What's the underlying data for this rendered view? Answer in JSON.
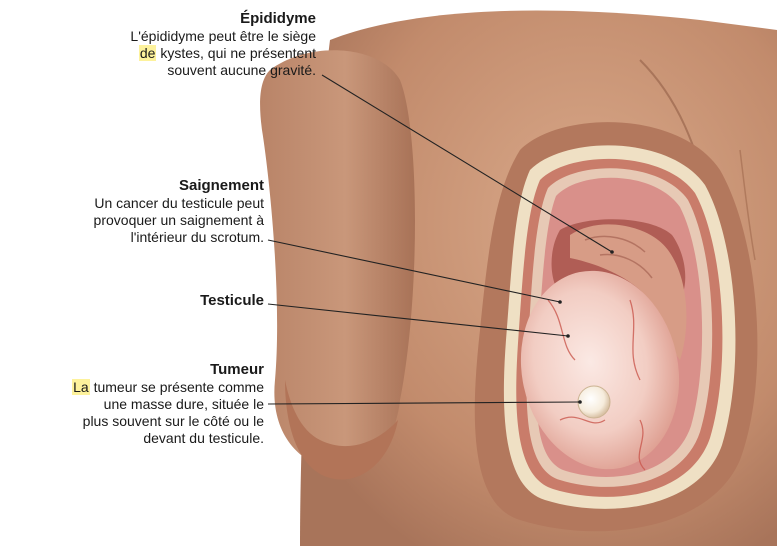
{
  "labels": {
    "epididyme": {
      "title": "Épididyme",
      "line1": "L'épididyme peut être le siège",
      "line2_highlight": "de",
      "line2_rest": " kystes, qui ne présentent",
      "line3": "souvent aucune gravité."
    },
    "saignement": {
      "title": "Saignement",
      "line1": "Un cancer du testicule peut",
      "line2": "provoquer un saignement à",
      "line3": "l'intérieur du scrotum."
    },
    "testicule": {
      "title": "Testicule"
    },
    "tumeur": {
      "title": "Tumeur",
      "line1_highlight": "La",
      "line1_rest": " tumeur se présente comme",
      "line2": "une masse dure, située le",
      "line3": "plus souvent sur le côté ou le",
      "line4": "devant du testicule."
    }
  },
  "colors": {
    "skin": "#c99476",
    "skin_shadow": "#b07a5d",
    "tissue_pink": "#e9b0a5",
    "testicle": "#f4d6cf",
    "epididymis": "#d79c86",
    "layer_cream": "#efe0c4",
    "leader_line": "#222222",
    "highlight": "#fdf29c"
  }
}
